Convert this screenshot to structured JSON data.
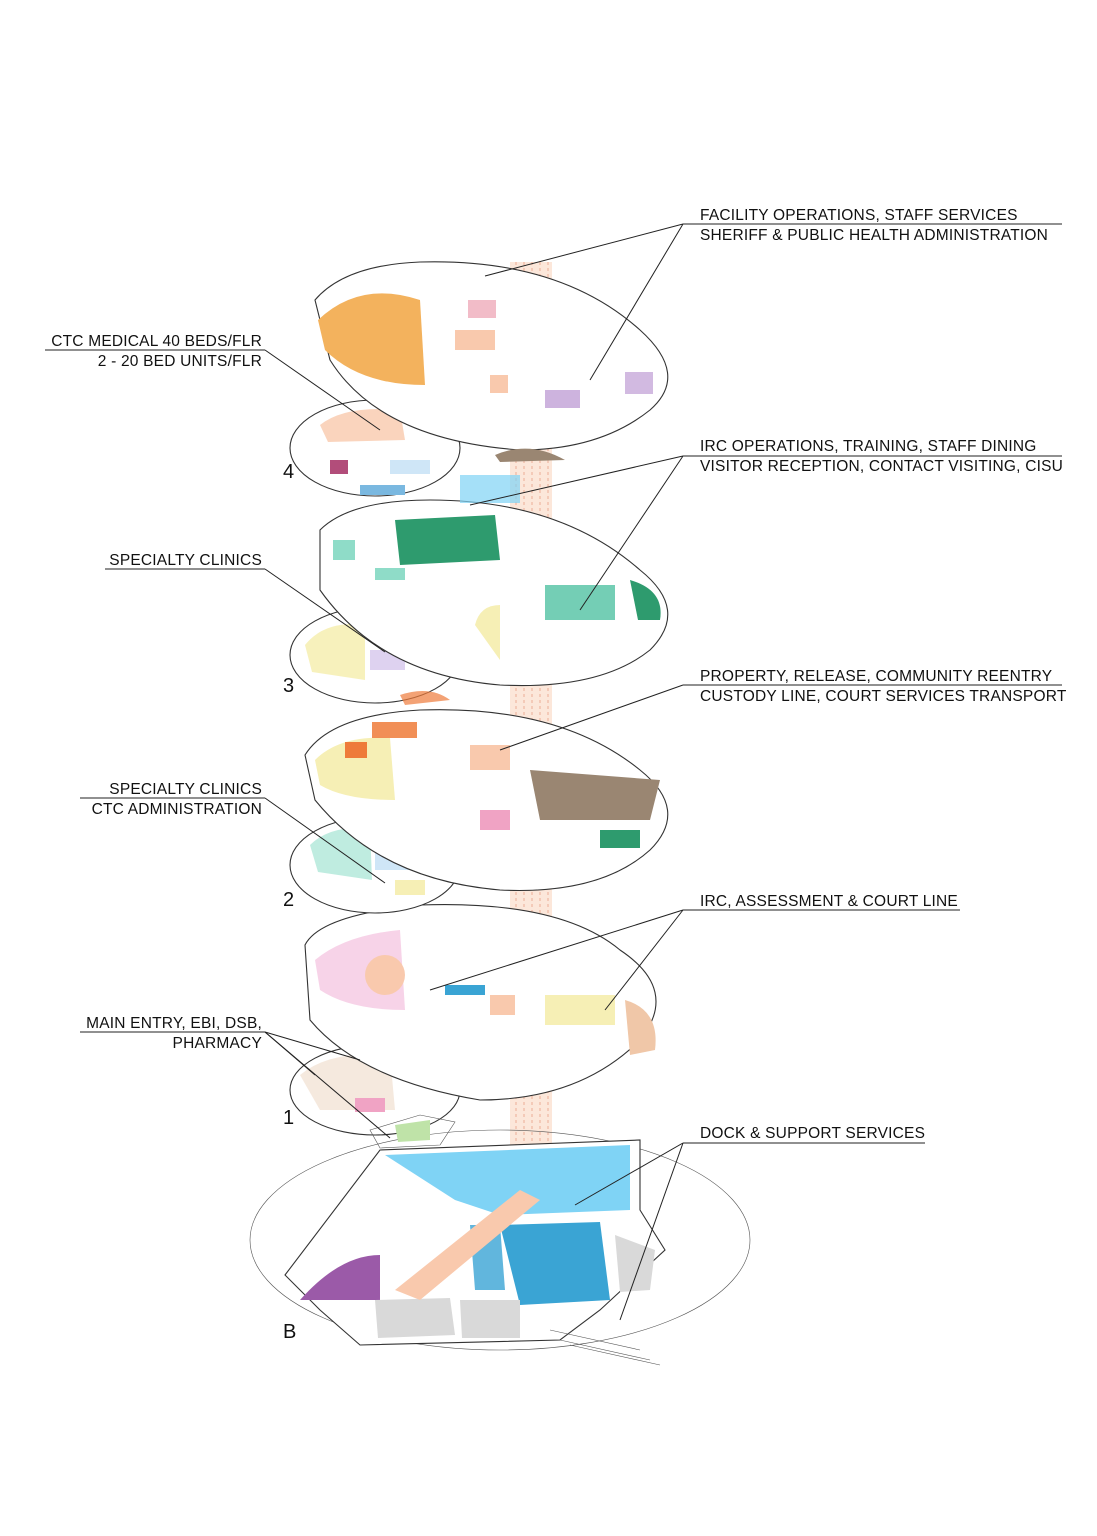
{
  "labels": {
    "facility_ops_line1": "FACILITY OPERATIONS, STAFF SERVICES",
    "facility_ops_line2": "SHERIFF &  PUBLIC HEALTH ADMINISTRATION",
    "ctc_medical_line1": "CTC MEDICAL 40 BEDS/FLR",
    "ctc_medical_line2": "2 - 20 BED UNITS/FLR",
    "irc_ops_line1": "IRC OPERATIONS, TRAINING, STAFF DINING",
    "irc_ops_line2": "VISITOR RECEPTION, CONTACT VISITING, CISU",
    "specialty_clinics_3": "SPECIALTY CLINICS",
    "property_line1": "PROPERTY, RELEASE, COMMUNITY REENTRY",
    "property_line2": "CUSTODY LINE, COURT SERVICES TRANSPORT",
    "specialty_clinics_2_line1": "SPECIALTY CLINICS",
    "specialty_clinics_2_line2": "CTC ADMINISTRATION",
    "irc_assessment": "IRC, ASSESSMENT & COURT LINE",
    "main_entry_line1": "MAIN ENTRY, EBI, DSB,",
    "main_entry_line2": "PHARMACY",
    "dock_support": "DOCK & SUPPORT SERVICES"
  },
  "floors": {
    "level_4": "4",
    "level_3": "3",
    "level_2": "2",
    "level_1": "1",
    "level_b": "B"
  },
  "colors": {
    "orange": "#f3b25d",
    "salmon": "#f9c9ad",
    "green": "#2e9b6e",
    "mint": "#8fdcc8",
    "teal": "#3fb6b0",
    "yellow": "#f6efb5",
    "dark_orange": "#ee7b3a",
    "brown": "#9a8672",
    "pink": "#f0a3c4",
    "magenta": "#d567a8",
    "light_blue": "#7fd3f5",
    "blue": "#3aa4d4",
    "purple": "#9b5aa8",
    "lavender": "#cdb3de",
    "grey": "#d9d9d9"
  }
}
